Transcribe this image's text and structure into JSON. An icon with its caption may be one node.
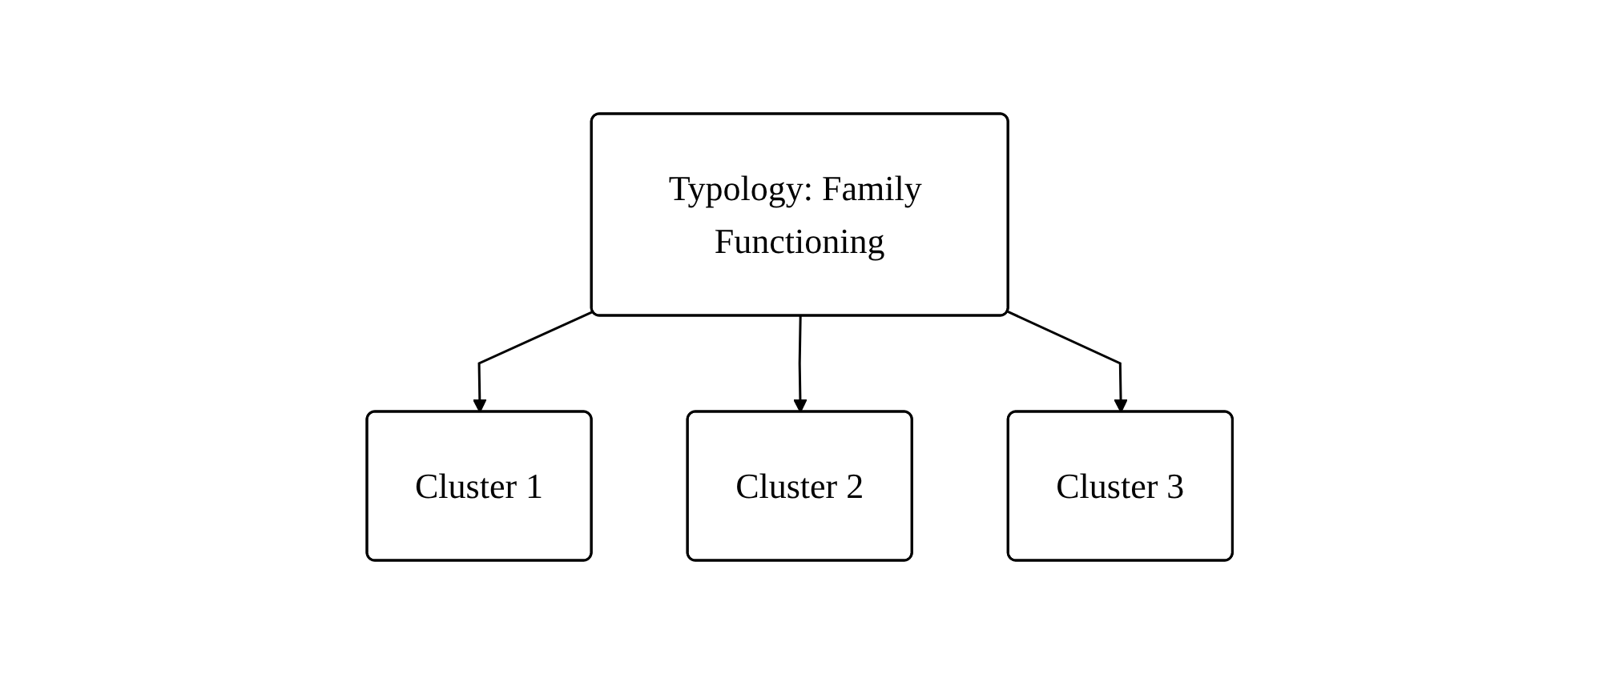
{
  "diagram": {
    "nodes": [
      {
        "text": [
          "Typology: Family Functioning"
        ]
      },
      {
        "text": [
          "Cluster 1"
        ]
      },
      {
        "text": [
          "Cluster 2"
        ]
      },
      {
        "text": [
          "Cluster 3"
        ]
      }
    ],
    "edges": [
      {
        "from": 0,
        "to": 1,
        "arrow": "to"
      },
      {
        "from": 0,
        "to": 2,
        "arrow": "to"
      },
      {
        "from": 0,
        "to": 3,
        "arrow": "to"
      }
    ]
  }
}
